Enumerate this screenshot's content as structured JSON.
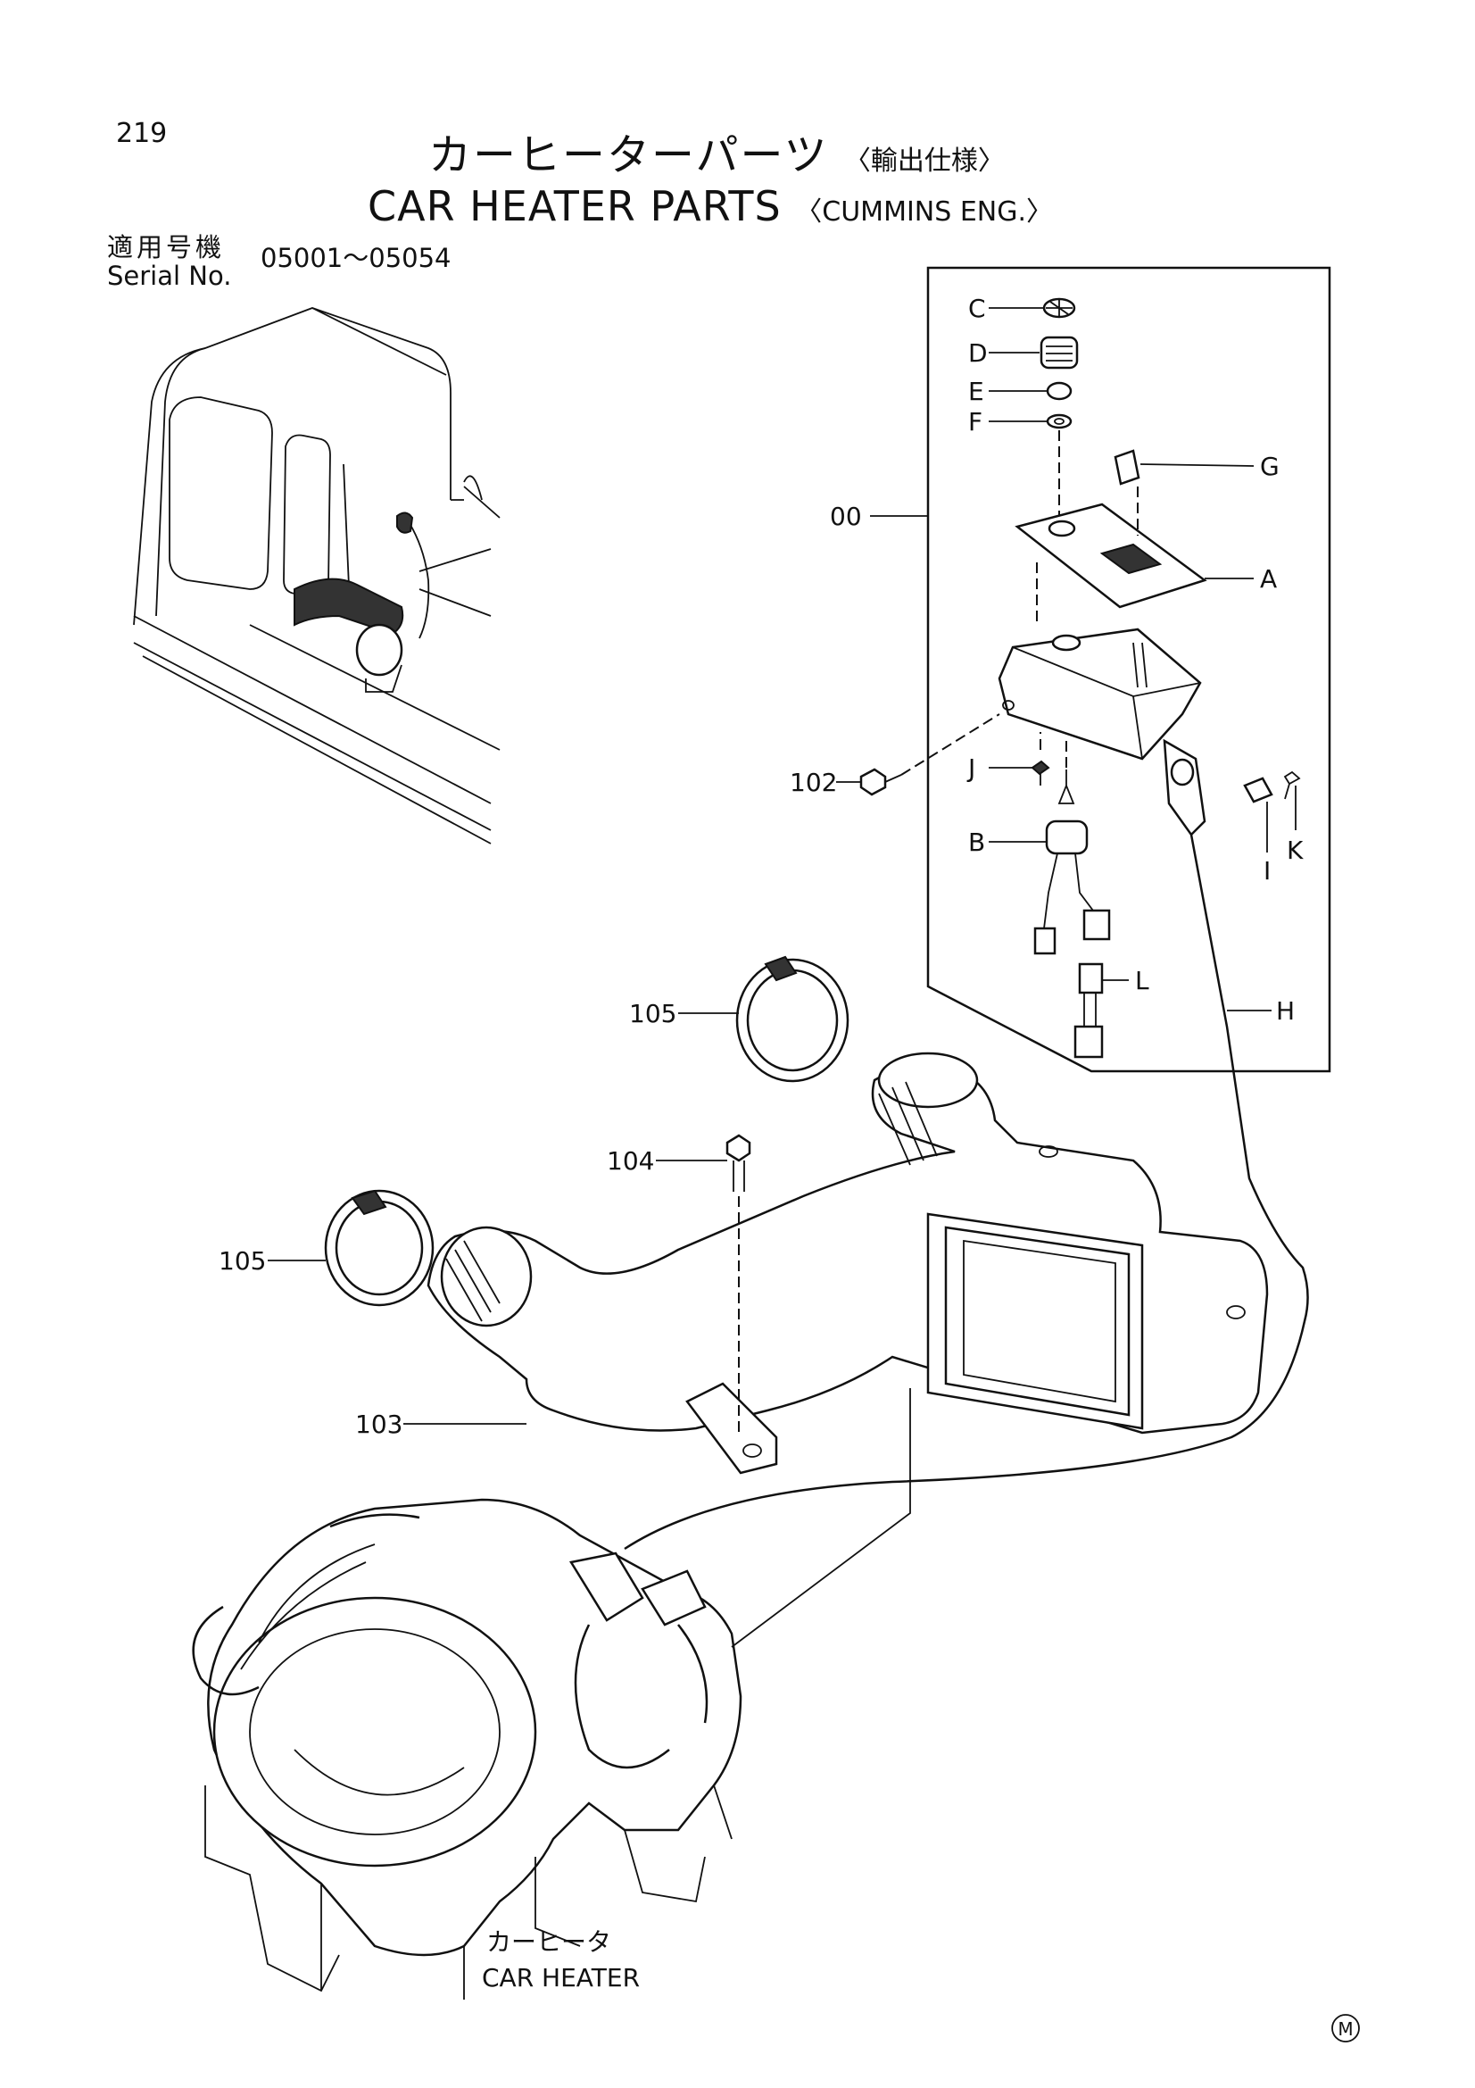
{
  "page_number": "219",
  "title": {
    "japanese": "カーヒーターパーツ",
    "japanese_qualifier": "〈輸出仕様〉",
    "english": "CAR HEATER PARTS",
    "english_qualifier": "〈CUMMINS ENG.〉"
  },
  "serial": {
    "label_jp": "適用号機",
    "label_en": "Serial No.",
    "range": "05001～05054"
  },
  "callouts": {
    "c": "C",
    "d": "D",
    "e": "E",
    "f": "F",
    "g": "G",
    "a": "A",
    "p00": "00",
    "p102": "102",
    "j": "J",
    "b": "B",
    "i": "I",
    "k": "K",
    "l": "L",
    "h": "H",
    "p105a": "105",
    "p104": "104",
    "p105b": "105",
    "p103": "103"
  },
  "car_heater_label": {
    "japanese": "カーヒータ",
    "english": "CAR HEATER"
  },
  "mark": "M"
}
